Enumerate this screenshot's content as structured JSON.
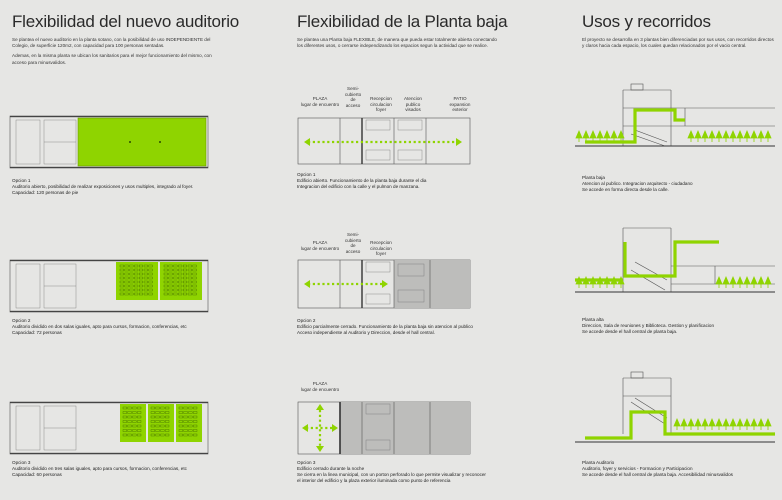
{
  "columns": [
    {
      "title": "Flexibilidad del nuevo auditorio",
      "intro": [
        "Se plantea el nuevo auditorio en la planta sotano, con la posibilidad de uso INDEPENDIENTE del Colegio, de superficie 120m2, con capacidad para 100 personas sentadas.",
        "Ademas, en la misma planta se ubican los sanitarios para el mejor funcionamiento del mismo, con acceso para minusvalidos."
      ],
      "options": [
        {
          "name": "Opcion 1",
          "lines": [
            "Auditorio abierto, posibilidad de realizar exposiciones y usos multiples, integrado al foyer.",
            "Capacidad: 120 personas de pie"
          ]
        },
        {
          "name": "Opcion 2",
          "lines": [
            "Auditorio dividido en dos salas iguales, apto para cursos, formacion, conferencias, etc",
            "Capacidad: 72 personas"
          ]
        },
        {
          "name": "Opcion 3",
          "lines": [
            "Auditorio dividido en tres salas iguales, apto para cursos, formacion, conferencias, etc",
            "Capacidad: 60 personas"
          ]
        }
      ]
    },
    {
      "title": "Flexibilidad de la Planta baja",
      "intro": [
        "Se plantea una Planta baja FLEXIBLE, de manera que pueda estar totalmente abierta conectando los diferentes usos, o cerrarse independizando los espacios segun la actividad que se realice."
      ],
      "plan1_labels": [
        "PLAZA\nlugar de encuentro",
        "Semi-\ncubierto\nde\nacceso",
        "Recepcion\ncirculacion\nfoyer",
        "Atencion\npublico\nvisados",
        "PATIO\nexpansion\nexterior"
      ],
      "plan2_labels": [
        "PLAZA\nlugar de encuentro",
        "Semi-\ncubierto\nde\nacceso",
        "Recepcion\ncirculacion\nfoyer"
      ],
      "plan3_labels": [
        "PLAZA\nlugar de encuentro"
      ],
      "options": [
        {
          "name": "Opcion 1",
          "lines": [
            "Edificio abierto. Funcionamiento de la planta baja durante el dia",
            "Integracion del edificio con la calle y el pulmon de manzana."
          ]
        },
        {
          "name": "Opcion 2",
          "lines": [
            "Edificio parcialmente cerrado. Funcionamiento de la planta baja sin atencion al publico",
            "Acceso independiente al Auditorio y Direccion, desde el hall central."
          ]
        },
        {
          "name": "Opcion 3",
          "lines": [
            "Edificio cerrado durante la noche",
            "Se cierra en la linea municipal, con un porton perforado lo que permite visualizar y reconocer",
            "el interior del edificio y la plaza exterior iluminada como punto de referencia"
          ]
        }
      ]
    },
    {
      "title": "Usos y recorridos",
      "intro": [
        "El proyecto se desarrolla en 3 plantas bien diferenciadas por sus usos, con recorridos directos y claros hacia cada espacio, los cuales quedan relacionados por el vacio central."
      ],
      "options": [
        {
          "name": "Planta baja",
          "lines": [
            "Atencion al publico. Integracion arquitecto - ciudadano",
            "Se accede en forma directa desde la calle."
          ]
        },
        {
          "name": "Planta alta",
          "lines": [
            "Direccion, Sala de reuniones y Biblioteca. Gestion y planificacion",
            "Se accede desde el hall central de planta baja."
          ]
        },
        {
          "name": "Planta Auditorio",
          "lines": [
            "Auditorio, foyer y servicios - Formacion y Participacion",
            "Se accede desde el hall central de planta baja. Accesibilidad minusvalidos"
          ]
        }
      ]
    }
  ],
  "colors": {
    "background": "#e6e6e4",
    "accent_green": "#8fd400",
    "line": "#555555"
  }
}
